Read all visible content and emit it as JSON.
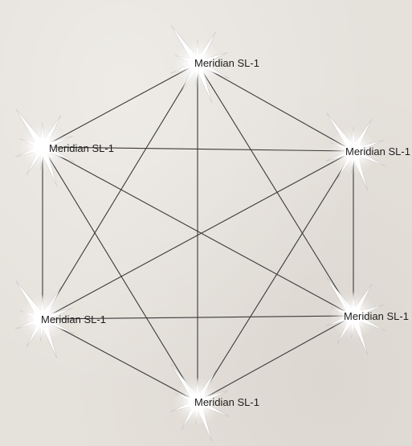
{
  "diagram": {
    "type": "complete-graph",
    "nodes": [
      {
        "id": "top",
        "label": "Meridian SL-1"
      },
      {
        "id": "upper-right",
        "label": "Meridian SL-1"
      },
      {
        "id": "lower-right",
        "label": "Meridian SL-1"
      },
      {
        "id": "bottom",
        "label": "Meridian SL-1"
      },
      {
        "id": "lower-left",
        "label": "Meridian SL-1"
      },
      {
        "id": "upper-left",
        "label": "Meridian SL-1"
      }
    ],
    "edges": "all-pairs"
  }
}
